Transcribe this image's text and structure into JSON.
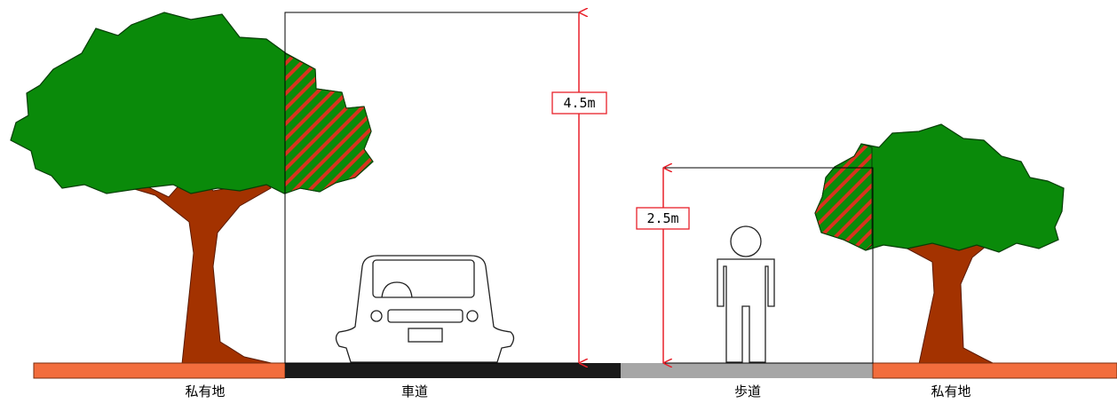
{
  "labels": {
    "private_left": "私有地",
    "roadway": "車道",
    "sidewalk": "歩道",
    "private_right": "私有地"
  },
  "dimensions": {
    "roadway_clearance": "4.5m",
    "sidewalk_clearance": "2.5m"
  },
  "colors": {
    "private_land": "#f26d3d",
    "roadway": "#1a1a1a",
    "sidewalk": "#a6a6a6",
    "foliage": "#0a8a0a",
    "trunk": "#a33200",
    "hatch": "#d9321e",
    "dimension_line": "#e8202a"
  },
  "icons": [
    "tree-icon",
    "car-icon",
    "pedestrian-icon"
  ]
}
